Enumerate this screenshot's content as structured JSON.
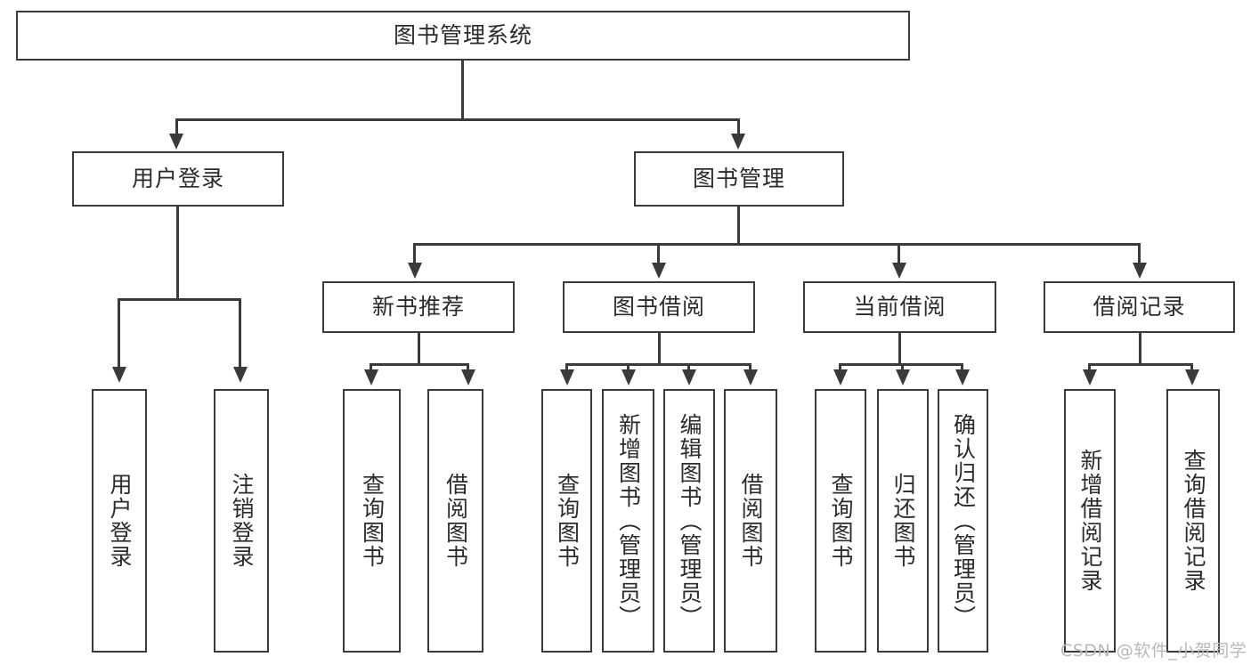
{
  "diagram": {
    "type": "tree-hierarchy-chart",
    "title": "图书管理系统",
    "background_color": "#ffffff",
    "line_color": "#3a3a3a",
    "text_color": "#2b2b2b",
    "levels": 4
  },
  "root": {
    "label": "图书管理系统"
  },
  "level2": [
    {
      "label": "用户登录"
    },
    {
      "label": "图书管理"
    }
  ],
  "level3": [
    {
      "label": "新书推荐"
    },
    {
      "label": "图书借阅"
    },
    {
      "label": "当前借阅"
    },
    {
      "label": "借阅记录"
    }
  ],
  "leaves": {
    "user_login": [
      {
        "label": "用户登录"
      },
      {
        "label": "注销登录"
      }
    ],
    "new_book_recommend": [
      {
        "label": "查询图书"
      },
      {
        "label": "借阅图书"
      }
    ],
    "book_borrow": [
      {
        "label": "查询图书"
      },
      {
        "label": "新增图书（管理员）"
      },
      {
        "label": "编辑图书（管理员）"
      },
      {
        "label": "借阅图书"
      }
    ],
    "current_borrow": [
      {
        "label": "查询图书"
      },
      {
        "label": "归还图书"
      },
      {
        "label": "确认归还（管理员）"
      }
    ],
    "borrow_record": [
      {
        "label": "新增借阅记录"
      },
      {
        "label": "查询借阅记录"
      }
    ]
  },
  "watermark": {
    "text": "CSDN @软件_小贺同学"
  }
}
